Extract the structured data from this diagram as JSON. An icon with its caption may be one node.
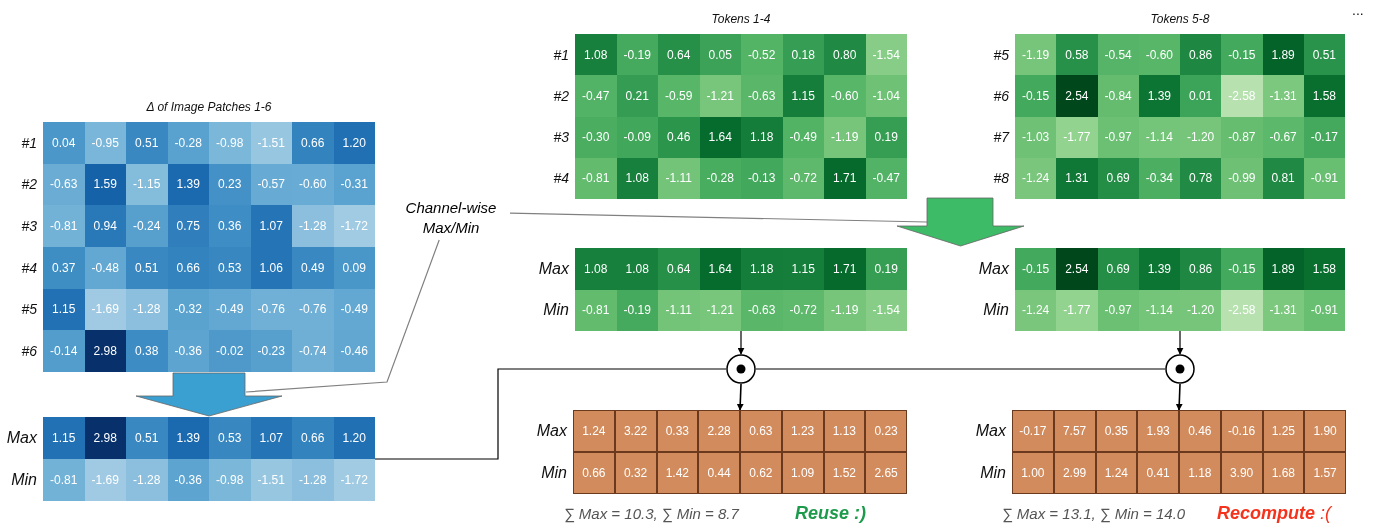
{
  "diagram": {
    "nodes": [
      {
        "text": [
          "Δ of Image Patches 1-6",
          "#1",
          "0.04",
          "-0.95",
          "0.51",
          "-0.28",
          "-0.98",
          "-1.51",
          "0.66",
          "1.20",
          "#2",
          "-0.63",
          "1.59",
          "-1.15",
          "1.39",
          "0.23",
          "-0.57",
          "-0.60",
          "-0.31",
          "#3",
          "-0.81",
          "0.94",
          "-0.24",
          "0.75",
          "0.36",
          "1.07",
          "-1.28",
          "-1.72",
          "#4",
          "0.37",
          "-0.48",
          "0.51",
          "0.66",
          "0.53",
          "1.06",
          "0.49",
          "0.09",
          "#5",
          "1.15",
          "-1.69",
          "-1.28",
          "-0.32",
          "-0.49",
          "-0.76",
          "-0.76",
          "-0.49",
          "#6",
          "-0.14",
          "2.98",
          "0.38",
          "-0.36",
          "-0.02",
          "-0.23",
          "-0.74",
          "-0.46"
        ]
      },
      {
        "text": [
          "Tokens 1-4",
          "#1",
          "1.08",
          "-0.19",
          "0.64",
          "0.05",
          "-0.52",
          "0.18",
          "0.80",
          "-1.54",
          "#2",
          "-0.47",
          "0.21",
          "-0.59",
          "-1.21",
          "-0.63",
          "1.15",
          "-0.60",
          "-1.04",
          "#3",
          "-0.30",
          "-0.09",
          "0.46",
          "1.64",
          "1.18",
          "-0.49",
          "-1.19",
          "0.19",
          "#4",
          "-0.81",
          "1.08",
          "-1.11",
          "-0.28",
          "-0.13",
          "-0.72",
          "1.71",
          "-0.47"
        ]
      },
      {
        "text": [
          "Tokens 5-8",
          "#5",
          "-1.19",
          "0.58",
          "-0.54",
          "-0.60",
          "0.86",
          "-0.15",
          "1.89",
          "0.51",
          "#6",
          "-0.15",
          "2.54",
          "-0.84",
          "1.39",
          "0.01",
          "-2.58",
          "-1.31",
          "1.58",
          "#7",
          "-1.03",
          "-1.77",
          "-0.97",
          "-1.14",
          "-1.20",
          "-0.87",
          "-0.67",
          "-0.17",
          "#8",
          "-1.24",
          "1.31",
          "0.69",
          "-0.34",
          "0.78",
          "-0.99",
          "0.81",
          "-0.91"
        ]
      },
      {
        "text": [
          "Channel-wise Max/Min"
        ]
      },
      {
        "text": [
          "Max",
          "1.15",
          "2.98",
          "0.51",
          "1.39",
          "0.53",
          "1.07",
          "0.66",
          "1.20",
          "Min",
          "-0.81",
          "-1.69",
          "-1.28",
          "-0.36",
          "-0.98",
          "-1.51",
          "-1.28",
          "-1.72"
        ]
      },
      {
        "text": [
          "Max",
          "1.08",
          "1.08",
          "0.64",
          "1.64",
          "1.18",
          "1.15",
          "1.71",
          "0.19",
          "Min",
          "-0.81",
          "-0.19",
          "-1.11",
          "-1.21",
          "-0.63",
          "-0.72",
          "-1.19",
          "-1.54"
        ]
      },
      {
        "text": [
          "Max",
          "-0.15",
          "2.54",
          "0.69",
          "1.39",
          "0.86",
          "-0.15",
          "1.89",
          "1.58",
          "Min",
          "-1.24",
          "-1.77",
          "-0.97",
          "-1.14",
          "-1.20",
          "-2.58",
          "-1.31",
          "-0.91"
        ]
      },
      {
        "text": [],
        "shape": "circle"
      },
      {
        "text": [],
        "shape": "circle"
      },
      {
        "text": [
          "Max",
          "1.24",
          "3.22",
          "0.33",
          "2.28",
          "0.63",
          "1.23",
          "1.13",
          "0.23",
          "Min",
          "0.66",
          "0.32",
          "1.42",
          "0.44",
          "0.62",
          "1.09",
          "1.52",
          "2.65"
        ],
        "beside": [
          "∑ Max = 10.3, ∑ Min = 8.7",
          "Reuse :)"
        ]
      },
      {
        "text": [
          "Max",
          "-0.17",
          "7.57",
          "0.35",
          "1.93",
          "0.46",
          "-0.16",
          "1.25",
          "1.90",
          "Min",
          "1.00",
          "2.99",
          "1.24",
          "0.41",
          "1.18",
          "3.90",
          "1.68",
          "1.57"
        ],
        "beside": [
          "∑ Max = 13.1, ∑ Min = 14.0",
          "**Recompute** :("
        ]
      },
      {
        "text": [],
        "shape": "arrow"
      }
    ],
    "edges": [
      {
        "from": 5,
        "to": 7,
        "arrow": "to"
      },
      {
        "from": 6,
        "to": 8,
        "arrow": "to"
      },
      {
        "from": 7,
        "to": 9,
        "arrow": "to"
      },
      {
        "from": 8,
        "to": 10,
        "arrow": "to"
      },
      {
        "from": 4,
        "to": 7,
        "arrow": "none"
      },
      {
        "from": 7,
        "to": 8,
        "arrow": "none"
      },
      {
        "from": 3,
        "to": 11,
        "arrow": "none",
        "color": "#808080"
      },
      {
        "from": 3,
        "to": null,
        "arrow": "none",
        "color": "#808080"
      },
      {
        "from": 0,
        "to": 4,
        "arrow": "to",
        "style": "thick",
        "color": "#3aa0d2"
      }
    ],
    "labels": [
      "..."
    ]
  }
}
